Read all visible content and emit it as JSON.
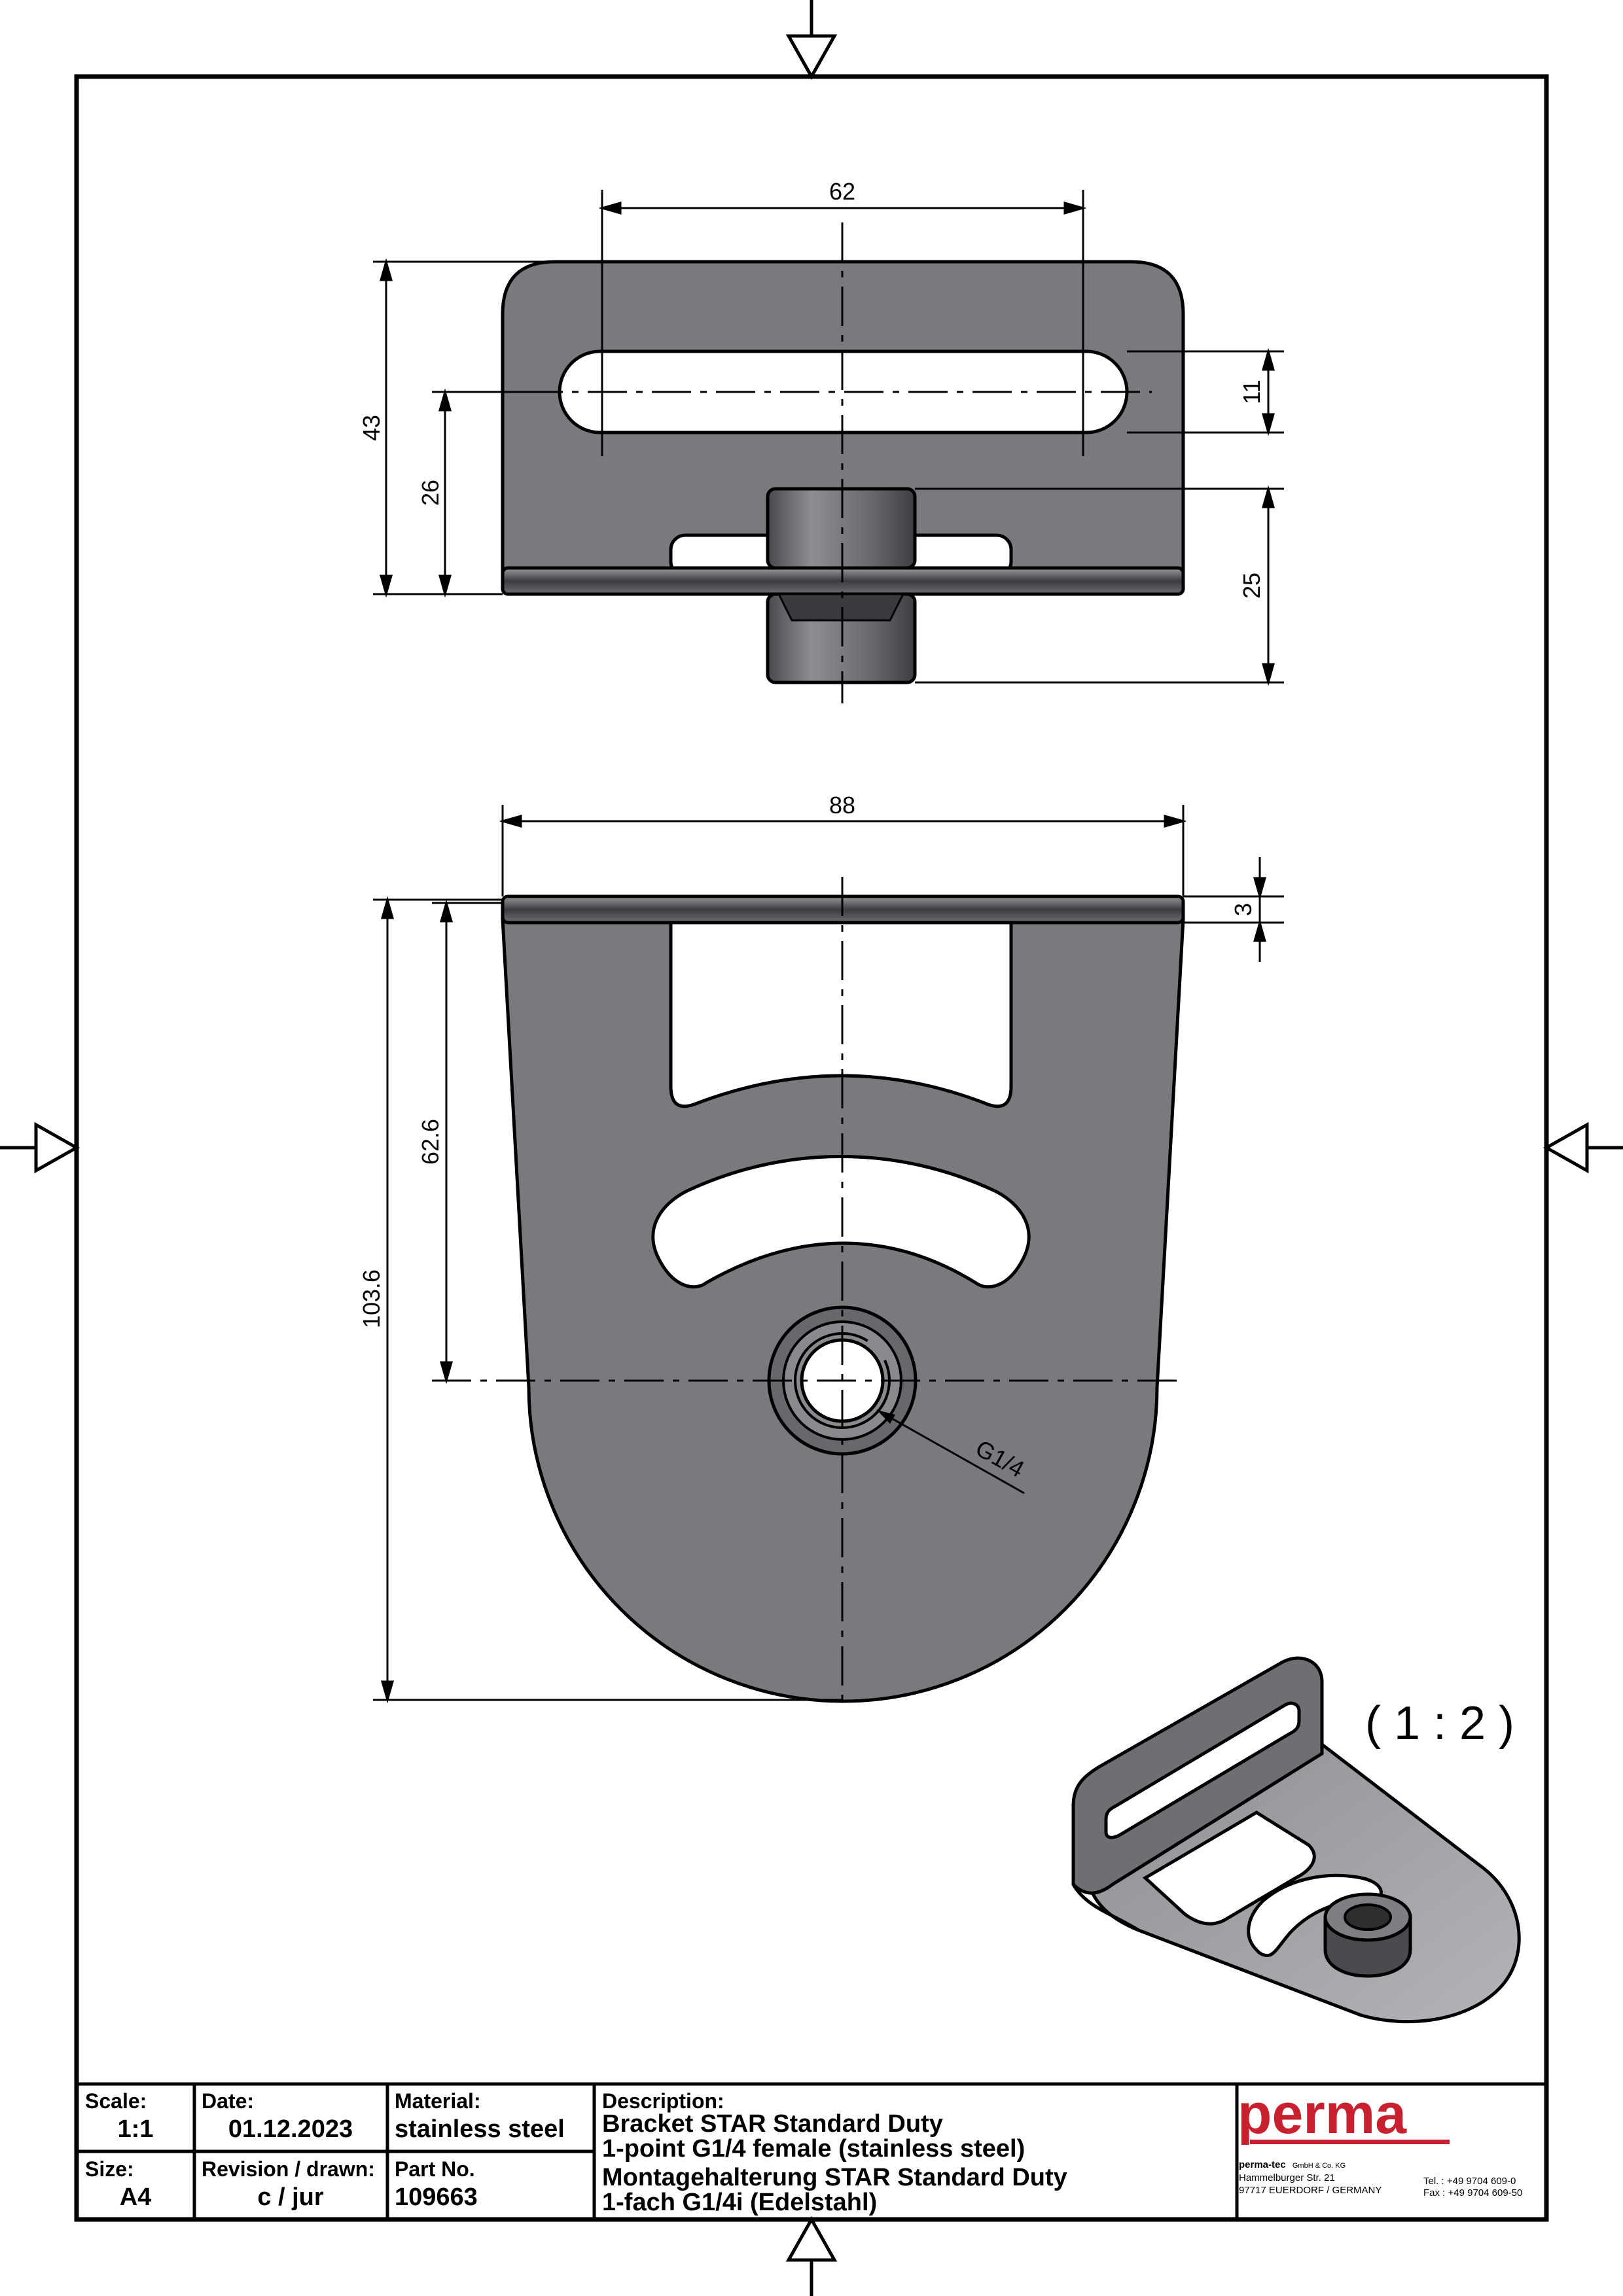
{
  "dimensions": {
    "top_width": "62",
    "top_height": "43",
    "top_center_height": "26",
    "slot_width": "11",
    "nut_height": "25",
    "front_width": "88",
    "plate_thickness": "3",
    "hole_height": "62.6",
    "total_height": "103.6",
    "thread": "G1/4"
  },
  "detail_scale": "( 1 : 2 )",
  "title_block": {
    "scale_label": "Scale:",
    "scale_value": "1:1",
    "date_label": "Date:",
    "date_value": "01.12.2023",
    "material_label": "Material:",
    "material_value": "stainless steel",
    "size_label": "Size:",
    "size_value": "A4",
    "revision_label": "Revision / drawn:",
    "revision_value": "c / jur",
    "partno_label": "Part No.",
    "partno_value": "109663",
    "description_label": "Description:",
    "description_lines": [
      "Bracket STAR Standard Duty",
      "1-point G1/4 female (stainless steel)",
      "Montagehalterung STAR Standard Duty",
      "1-fach G1/4i (Edelstahl)"
    ],
    "logo_text": "perma",
    "company_name": "perma-tec",
    "company_suffix": "GmbH & Co. KG",
    "street": "Hammelburger Str. 21",
    "city": "97717 EUERDORF / GERMANY",
    "tel": "Tel. : +49 9704 609-0",
    "fax": "Fax : +49 9704 609-50"
  },
  "colors": {
    "metal": "#7a797e",
    "metal_light": "#a6a5aa",
    "line": "#000000",
    "logo_red": "#c8202f"
  }
}
